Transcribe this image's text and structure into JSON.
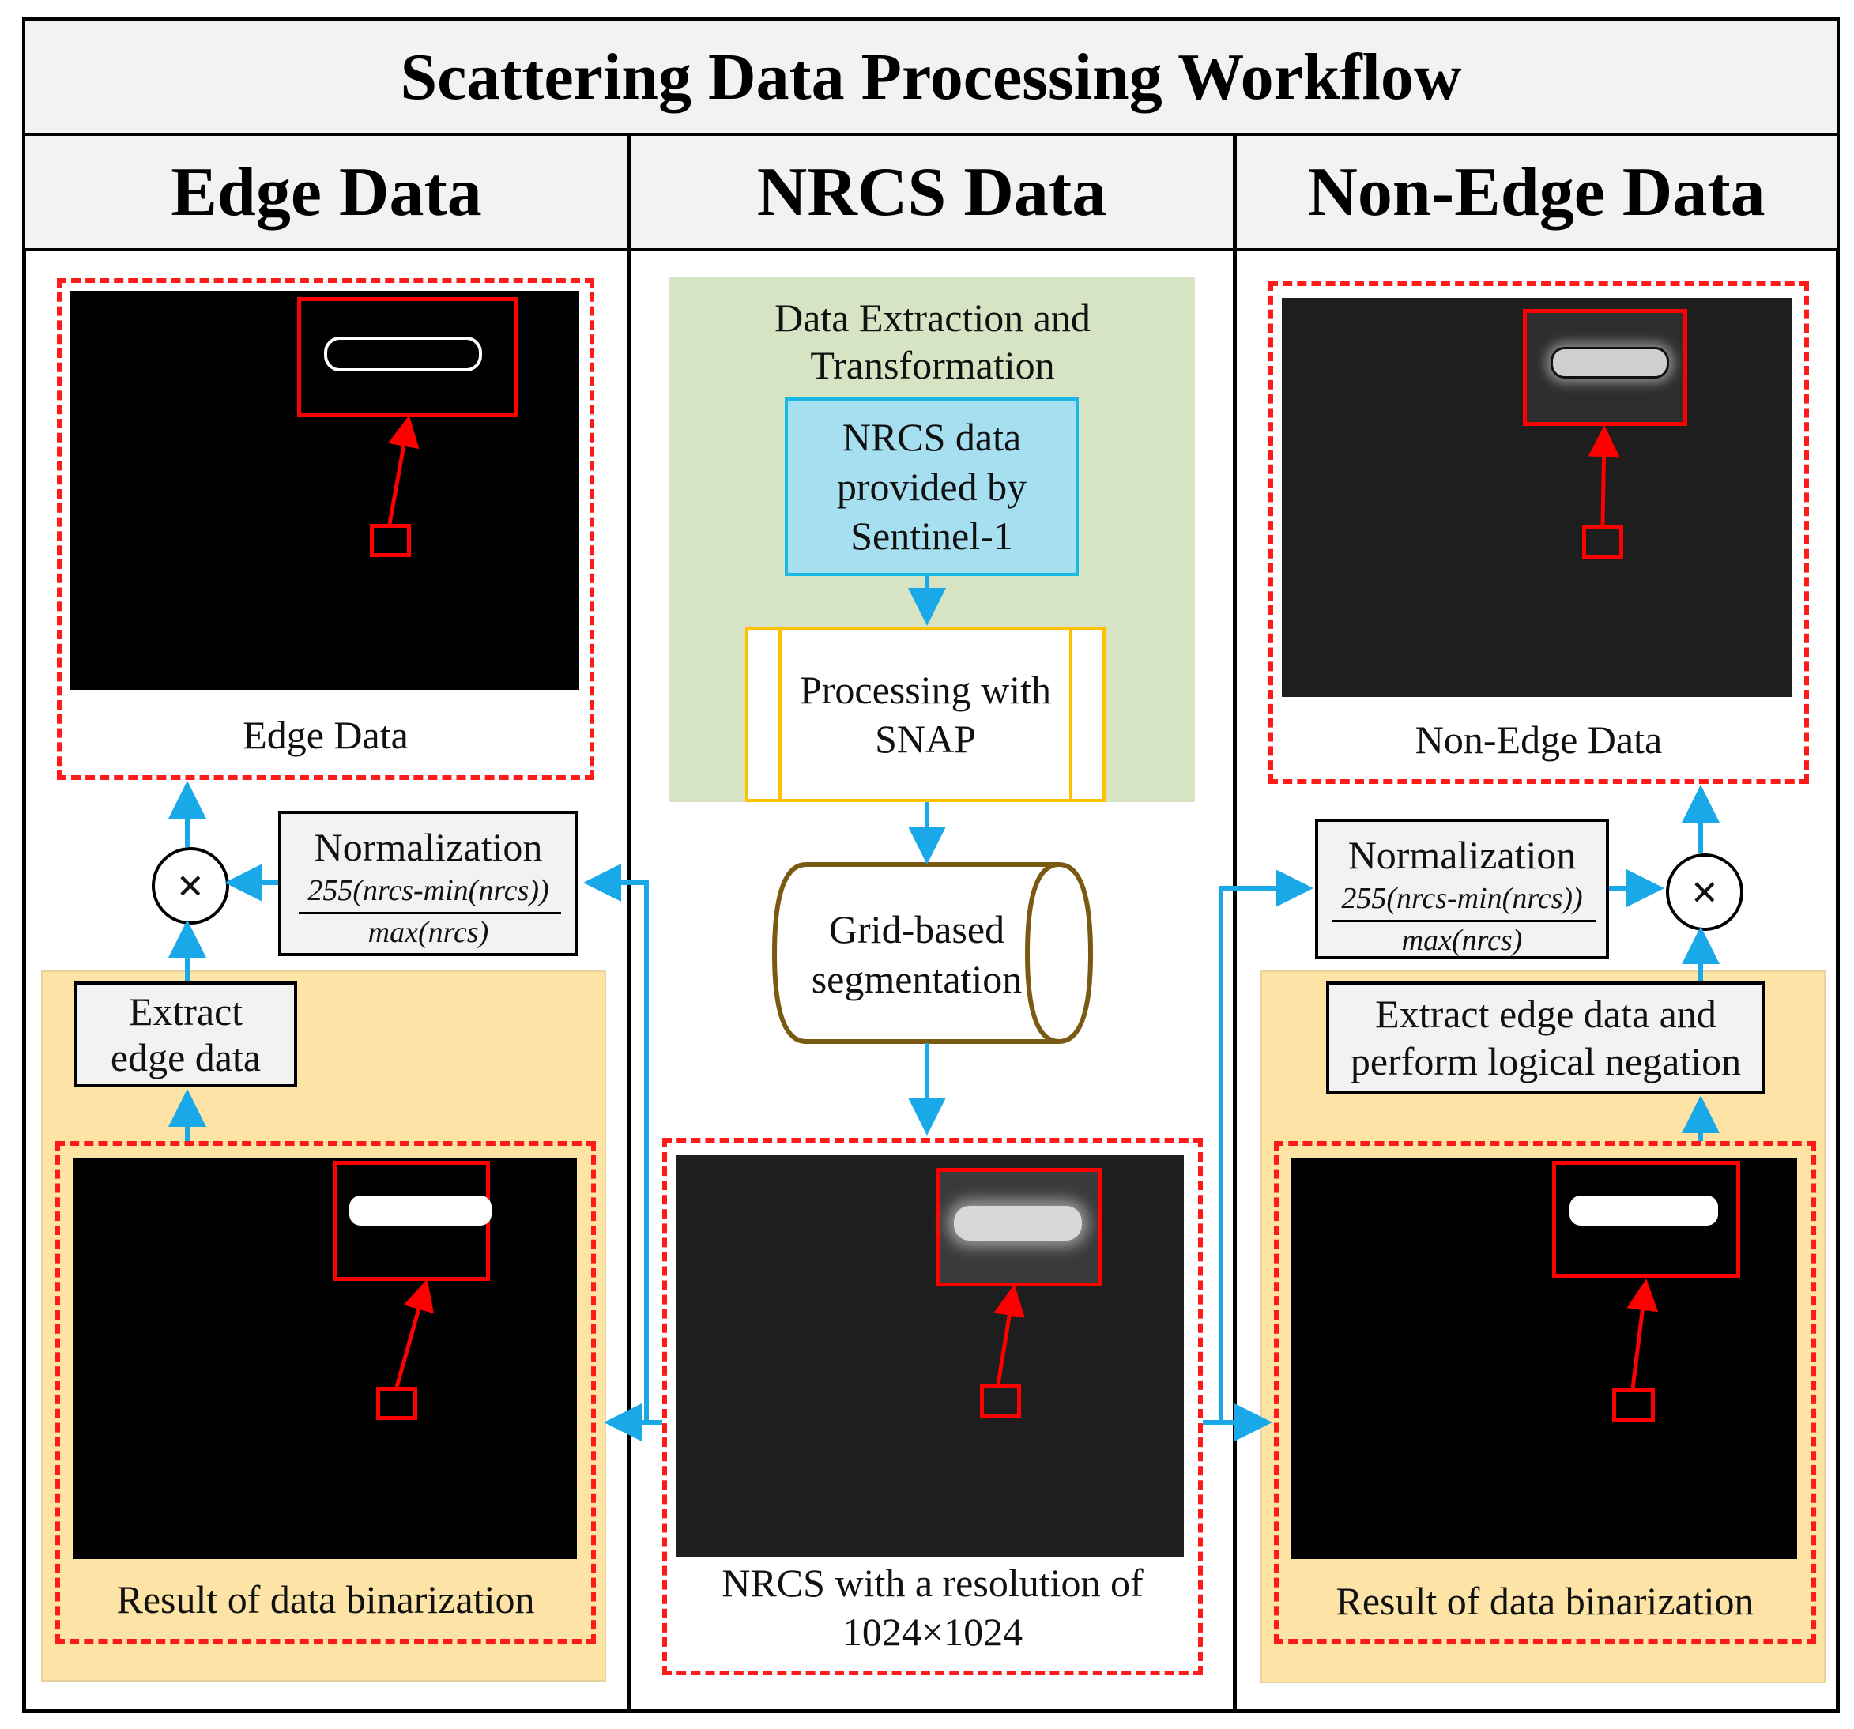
{
  "title": "Scattering Data Processing Workflow",
  "columns": {
    "left": "Edge Data",
    "center": "NRCS Data",
    "right": "Non-Edge Data"
  },
  "center": {
    "extract_group_label": "Data Extraction and Transformation",
    "nrcs_box": "NRCS data provided by Sentinel-1",
    "snap_box": "Processing with SNAP",
    "grid_box": "Grid-based segmentation",
    "nrcs_caption_line1": "NRCS with a resolution of",
    "nrcs_caption_line2": "1024×1024"
  },
  "left": {
    "top_caption": "Edge Data",
    "normalization_title": "Normalization",
    "normalization_numerator": "255(nrcs-min(nrcs))",
    "normalization_denominator": "max(nrcs)",
    "extract_line1": "Extract",
    "extract_line2": "edge data",
    "binarization_caption": "Result of data binarization"
  },
  "right": {
    "top_caption": "Non-Edge Data",
    "normalization_title": "Normalization",
    "normalization_numerator": "255(nrcs-min(nrcs))",
    "normalization_denominator": "max(nrcs)",
    "extract_line1": "Extract edge data and",
    "extract_line2": "perform logical negation",
    "binarization_caption": "Result of data binarization"
  },
  "operator_symbol": "×",
  "colors": {
    "arrow": "#1aa9e8",
    "dashed": "#ff1a1a",
    "green_panel": "#d6e4c4",
    "orange_panel": "#fde4a6",
    "cyan_box": "#a6dff0",
    "cyan_border": "#19b7e6",
    "snap_border": "#ffc000",
    "grid_border": "#7a5a12"
  }
}
